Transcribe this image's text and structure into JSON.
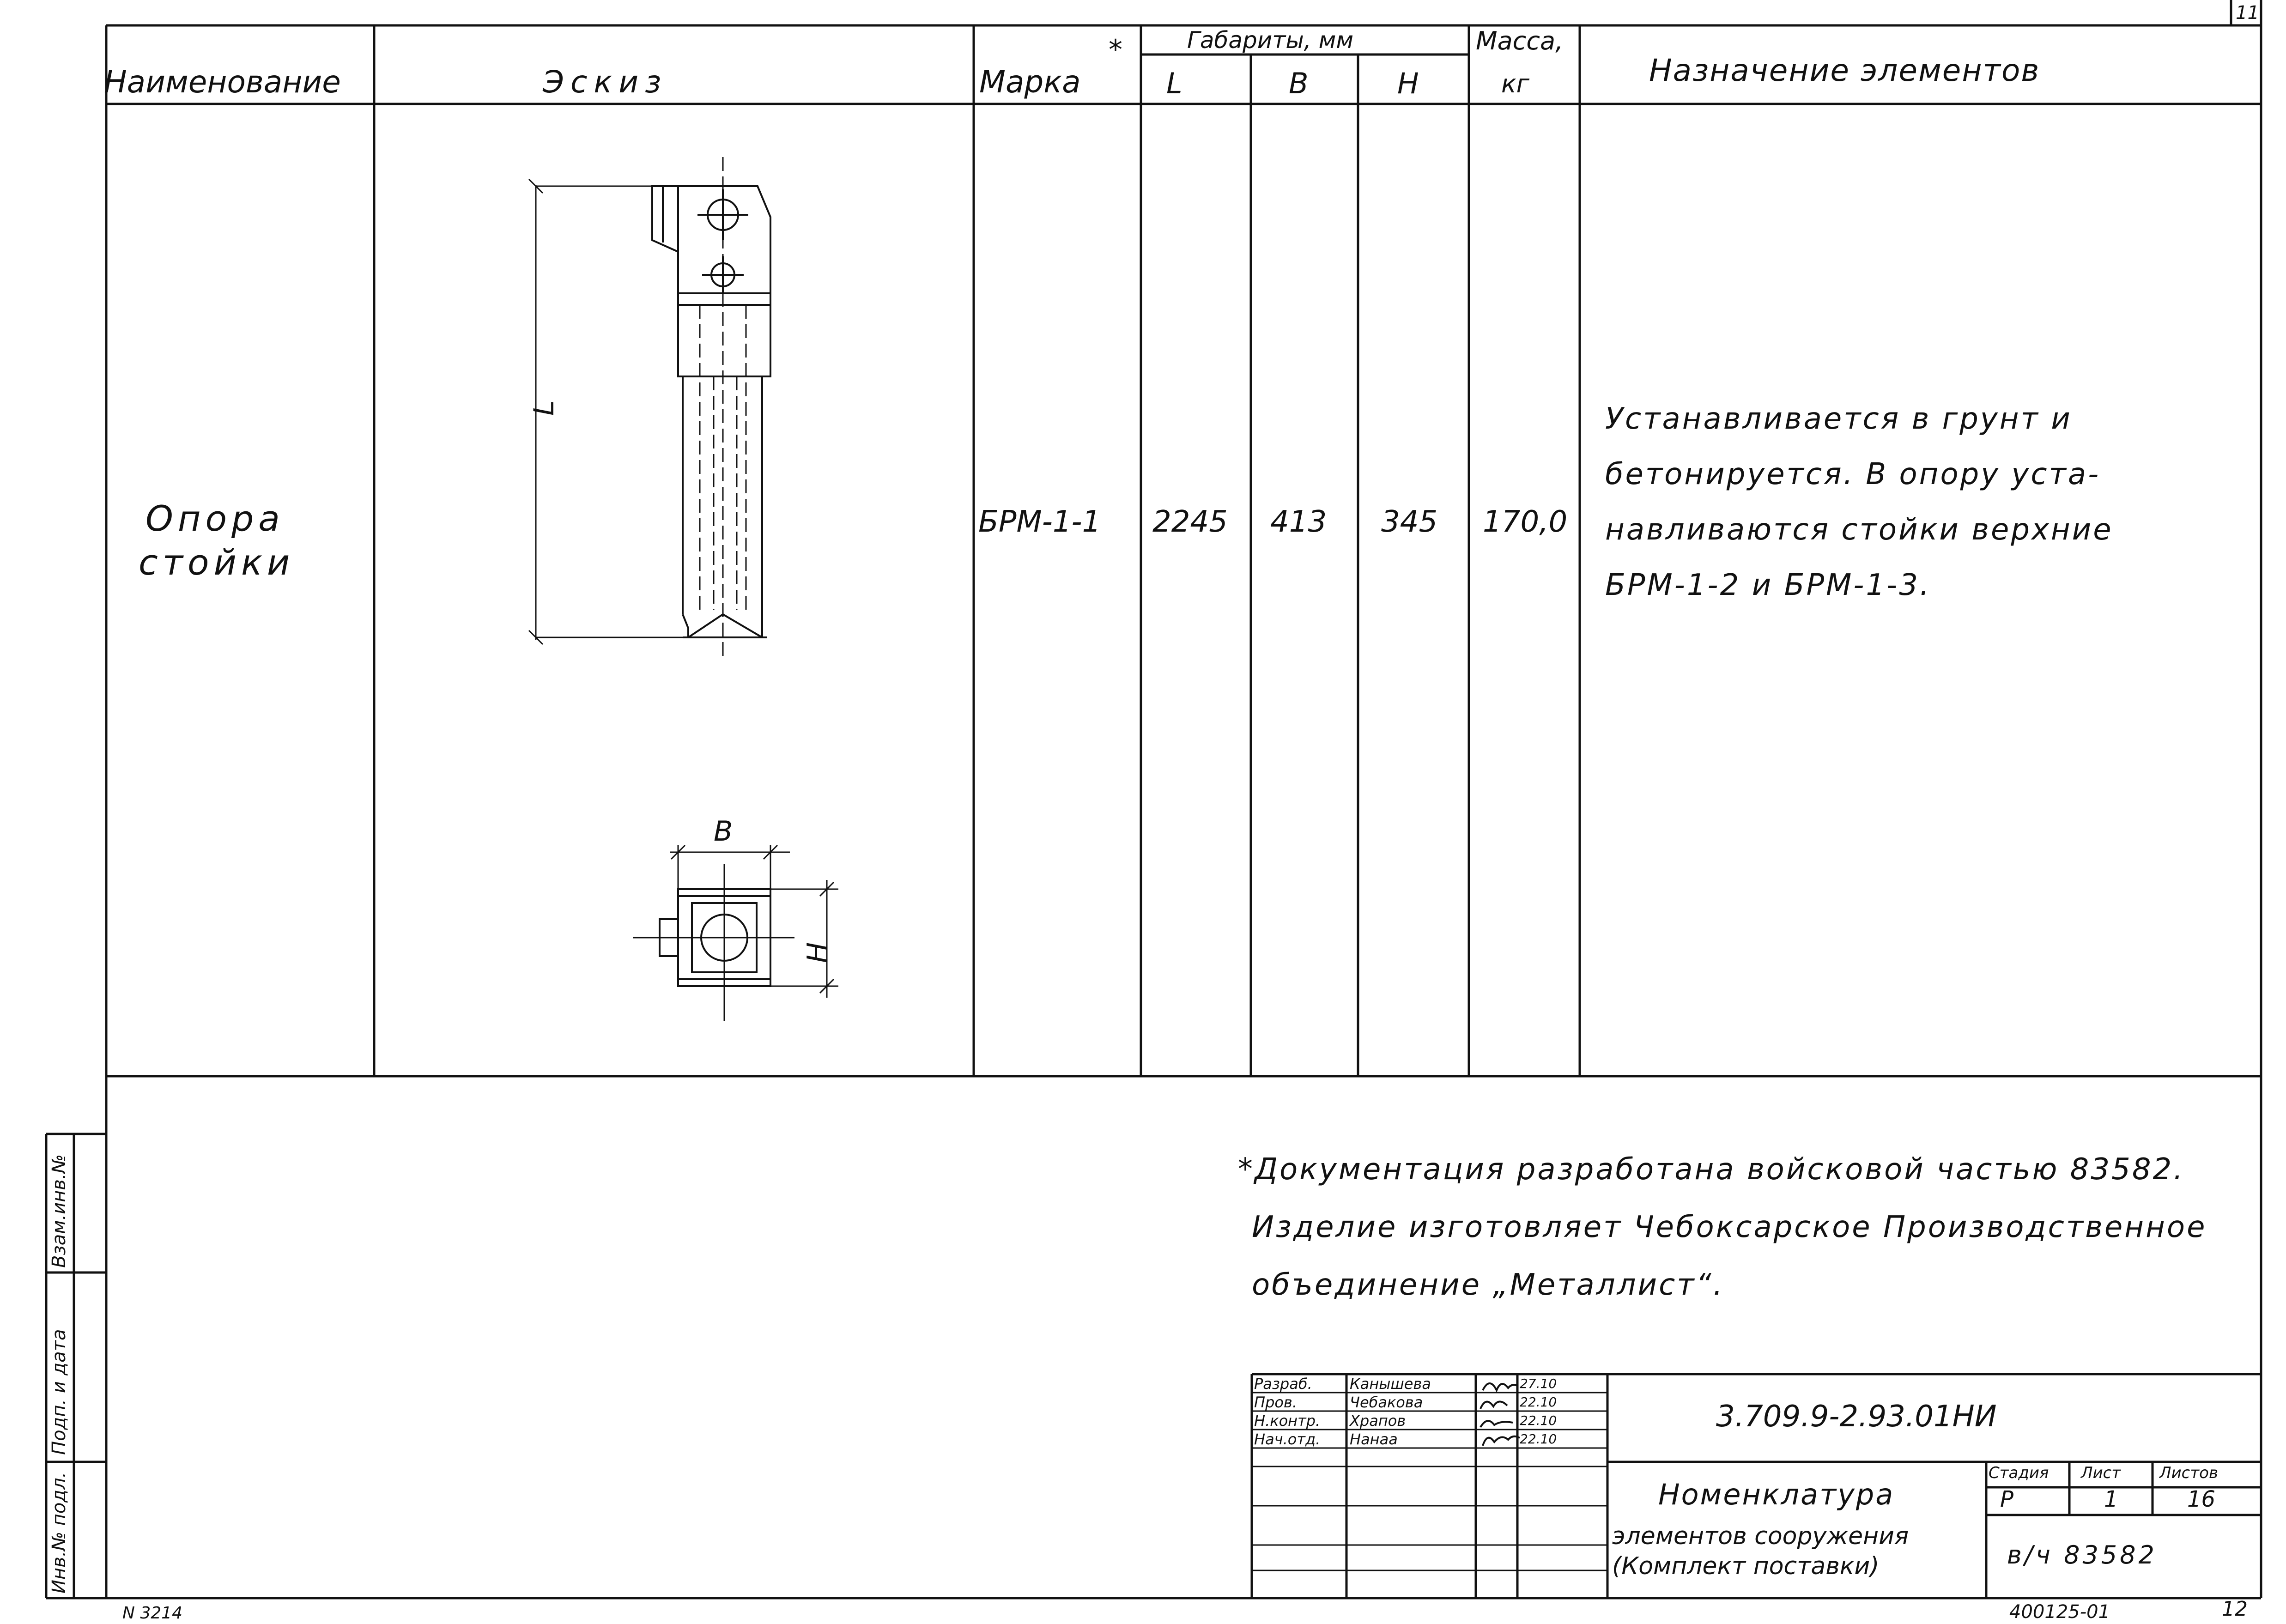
{
  "sheet_corner": "11",
  "header": {
    "name": "Наименование",
    "sketch": "Эскиз",
    "mark": "Марка",
    "mark_asterisk": "*",
    "dims": "Габариты, мм",
    "L": "L",
    "B": "B",
    "H": "H",
    "mass_1": "Масса,",
    "mass_2": "кг",
    "purpose": "Назначение элементов"
  },
  "row": {
    "name_1": "Опора",
    "name_2": "стойки",
    "mark": "БРМ-1-1",
    "L": "2245",
    "B": "413",
    "H": "345",
    "mass": "170,0",
    "purpose_lines": [
      "Устанавливается в грунт и",
      "бетонируется. В опору уста-",
      "навливаются стойки верхние",
      "БРМ-1-2 и БРМ-1-3."
    ]
  },
  "sketch_labels": {
    "L": "L",
    "B": "B",
    "H": "H"
  },
  "note_lines": [
    "*Документация разработана войсковой частью 83582.",
    "Изделие изготовляет Чебоксарское Производственное",
    "объединение „Металлист“."
  ],
  "title_block": {
    "doc_code": "3.709.9-2.93.01НИ",
    "roles": [
      "Разраб.",
      "Пров.",
      "Н.контр.",
      "Нач.отд."
    ],
    "names": [
      "Канышева",
      "Чебакова",
      "Храпов",
      "Нанаа"
    ],
    "dates": [
      "27.10",
      "22.10",
      "22.10",
      "22.10"
    ],
    "title_lines": [
      "Номенклатура",
      "элементов сооружения",
      "(Комплект поставки)"
    ],
    "stage_h": "Стадия",
    "sheet_h": "Лист",
    "sheets_h": "Листов",
    "stage": "Р",
    "sheet": "1",
    "sheets": "16",
    "org": "в/ч 83582"
  },
  "side_stamp": [
    "Инв.№ подл.",
    "Подп. и дата",
    "Взам.инв.№"
  ],
  "bottom_left": "N 3214",
  "bottom_code": "400125-01",
  "bottom_page": "12"
}
